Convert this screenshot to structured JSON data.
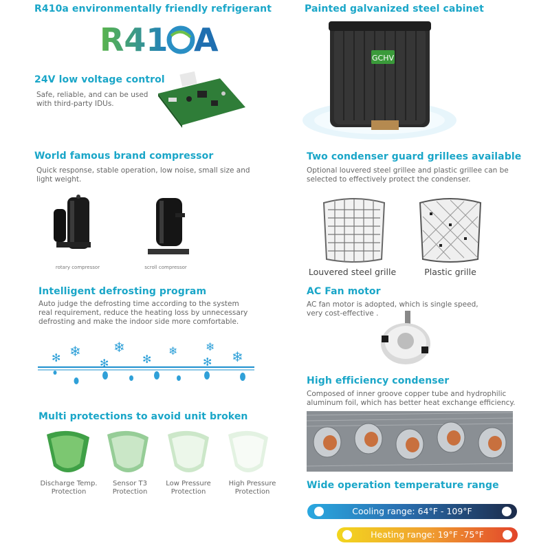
{
  "features": {
    "r410a": {
      "title": "R410a environmentally friendly refrigerant",
      "logo_text": "R410A"
    },
    "cabinet": {
      "title": "Painted galvanized steel cabinet",
      "brand": "GCHV"
    },
    "low_voltage": {
      "title": "24V low voltage control",
      "desc": "Safe, reliable, and can be used with third-party IDUs."
    },
    "compressor": {
      "title": "World famous brand compressor",
      "desc": "Quick response, stable operation, low noise, small size and light weight.",
      "captions": [
        "rotary compressor",
        "scroll compressor"
      ]
    },
    "grille": {
      "title": "Two condenser guard grillees available",
      "desc": "Optional louvered steel grillee and plastic grillee can be selected to effectively protect the condenser.",
      "captions": [
        "Louvered steel grille",
        "Plastic grille"
      ]
    },
    "defrost": {
      "title": "Intelligent defrosting program",
      "desc": "Auto judge the defrosting time according to the system real requirement, reduce the heating loss by unnecessary defrosting and make the indoor side more comfortable."
    },
    "fan": {
      "title": "AC Fan motor",
      "desc": "AC fan motor is adopted, which is single speed, very cost-effective ."
    },
    "condenser": {
      "title": "High efficiency condenser",
      "desc": "Composed of inner groove copper tube and hydrophilic aluminum foil, which has better heat exchange efficiency."
    },
    "protections": {
      "title": "Multi protections to avoid unit broken",
      "items": [
        {
          "label": "Discharge Temp. Protection"
        },
        {
          "label": "Sensor T3 Protection"
        },
        {
          "label": "Low Pressure Protection"
        },
        {
          "label": "High Pressure Protection"
        }
      ]
    },
    "temperature": {
      "title": "Wide operation temperature range",
      "cooling": "Cooling range: 64°F - 109°F",
      "heating": "Heating range: 19°F -75°F"
    }
  },
  "colors": {
    "heading": "#1aa6c8",
    "accent_green": "#3a9a3a",
    "cool_start": "#2aa8e0",
    "cool_end": "#1c2b4a",
    "heat_start": "#f2d61e",
    "heat_end": "#e2452b"
  }
}
